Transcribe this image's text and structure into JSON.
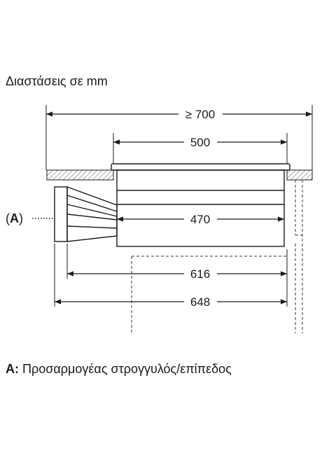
{
  "title": "Διαστάσεις σε mm",
  "dimensions": {
    "cutout_min": "≥ 700",
    "hob_width": "500",
    "unit_width": "470",
    "duct_width_inner": "616",
    "duct_width_outer": "648"
  },
  "callout": {
    "open": "(",
    "letter": "A",
    "close": ")"
  },
  "legend": {
    "key": "A:",
    "text": "Προσαρμογέας στρογγυλός/επίπεδος"
  },
  "colors": {
    "line": "#1a1a1a",
    "hatch": "#555555",
    "dashed": "#333333"
  }
}
